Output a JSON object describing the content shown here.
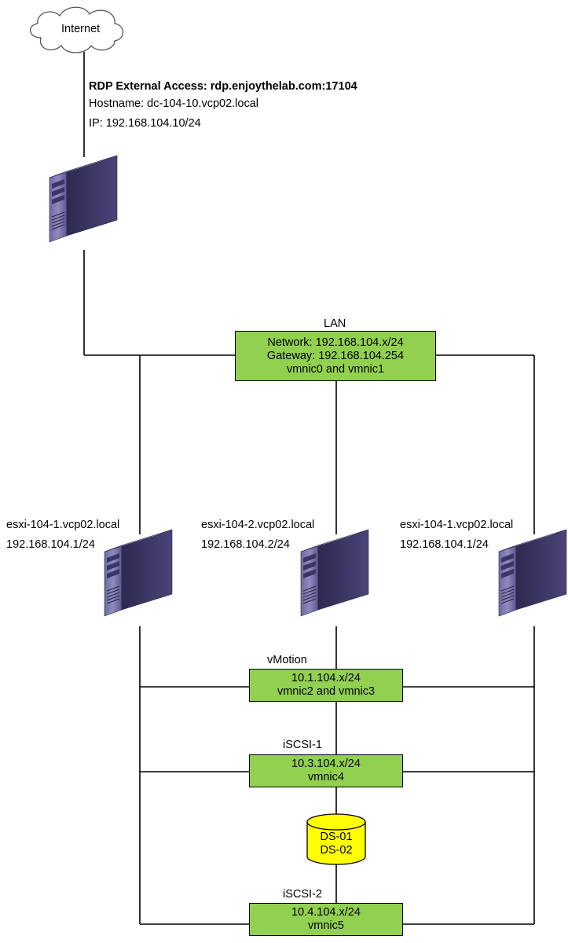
{
  "internet": {
    "label": "Internet"
  },
  "dc": {
    "access": "RDP External Access: rdp.enjoythelab.com:17104",
    "hostname": "Hostname: dc-104-10.vcp02.local",
    "ip": "IP: 192.168.104.10/24"
  },
  "lan": {
    "title": "LAN",
    "lines": [
      "Network: 192.168.104.x/24",
      "Gateway: 192.168.104.254",
      "vmnic0 and vmnic1"
    ]
  },
  "hosts": [
    {
      "name": "esxi-104-1.vcp02.local",
      "ip": "192.168.104.1/24"
    },
    {
      "name": "esxi-104-2.vcp02.local",
      "ip": "192.168.104.2/24"
    },
    {
      "name": "esxi-104-1.vcp02.local",
      "ip": "192.168.104.1/24"
    }
  ],
  "vmotion": {
    "title": "vMotion",
    "lines": [
      "10.1.104.x/24",
      "vmnic2 and vmnic3"
    ]
  },
  "iscsi1": {
    "title": "iSCSI-1",
    "lines": [
      "10.3.104.x/24",
      "vmnic4"
    ]
  },
  "storage": {
    "lines": [
      "DS-01",
      "DS-02"
    ]
  },
  "iscsi2": {
    "title": "iSCSI-2",
    "lines": [
      "10.4.104.x/24",
      "vmnic5"
    ]
  },
  "colors": {
    "network_box": "#92d050",
    "storage": "#ffff00",
    "server_body": "#3b3566",
    "server_front": "#5a5290"
  },
  "icons": {
    "cloud": "cloud-icon",
    "server": "server-icon",
    "database": "database-icon"
  }
}
